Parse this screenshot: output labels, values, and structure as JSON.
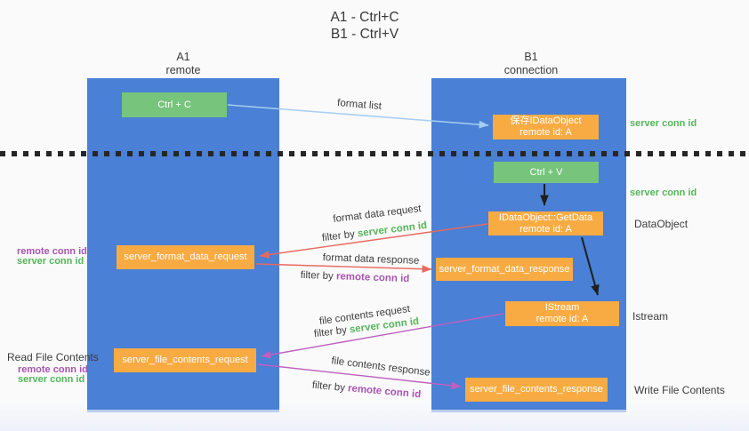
{
  "colors": {
    "column_blue": "#4a80d5",
    "box_green": "#77c47c",
    "box_orange": "#f9ab43",
    "arrow_lightblue": "#a6cef2",
    "arrow_red": "#e9695f",
    "arrow_magenta": "#bf5fc0",
    "arrow_black": "#1f1f1f",
    "text_green": "#54b65a",
    "text_purple": "#a855b0"
  },
  "title": {
    "line1": "A1 - Ctrl+C",
    "line2": "B1 - Ctrl+V"
  },
  "lifelines": {
    "a1": {
      "name": "A1",
      "role": "remote"
    },
    "b1": {
      "name": "B1",
      "role": "connection"
    }
  },
  "boxes": {
    "ctrl_c": {
      "label": "Ctrl + C"
    },
    "save_idataobject": {
      "line1": "保存IDataObject",
      "line2": "remote id: A"
    },
    "ctrl_v": {
      "label": "Ctrl + V"
    },
    "getdata": {
      "line1": "IDataObject::GetData",
      "line2": "remote id: A"
    },
    "format_request": {
      "label": "server_format_data_request"
    },
    "format_response": {
      "label": "server_format_data_response"
    },
    "istream": {
      "line1": "IStream",
      "line2": "remote id: A"
    },
    "file_request": {
      "label": "server_file_contents_request"
    },
    "file_response": {
      "label": "server_file_contents_response"
    }
  },
  "arrow_labels": {
    "format_list": "format list",
    "format_data_request": "format data request",
    "format_data_response": "format data response",
    "file_contents_request": "file contents request",
    "file_contents_response": "file contents response",
    "filter_by": "filter by ",
    "server_conn_id": "server conn id",
    "remote_conn_id": "remote conn id"
  },
  "side_labels": {
    "server_conn_id_top": "server conn id",
    "server_conn_id_mid": "server conn id",
    "dataobject": "DataObject",
    "istream": "Istream",
    "write_file_contents": "Write File Contents",
    "read_file_contents": "Read File Contents",
    "left_remote_conn_id_1": "remote conn id",
    "left_server_conn_id_1": "server conn id",
    "left_remote_conn_id_2": "remote conn id",
    "left_server_conn_id_2": "server conn id"
  }
}
